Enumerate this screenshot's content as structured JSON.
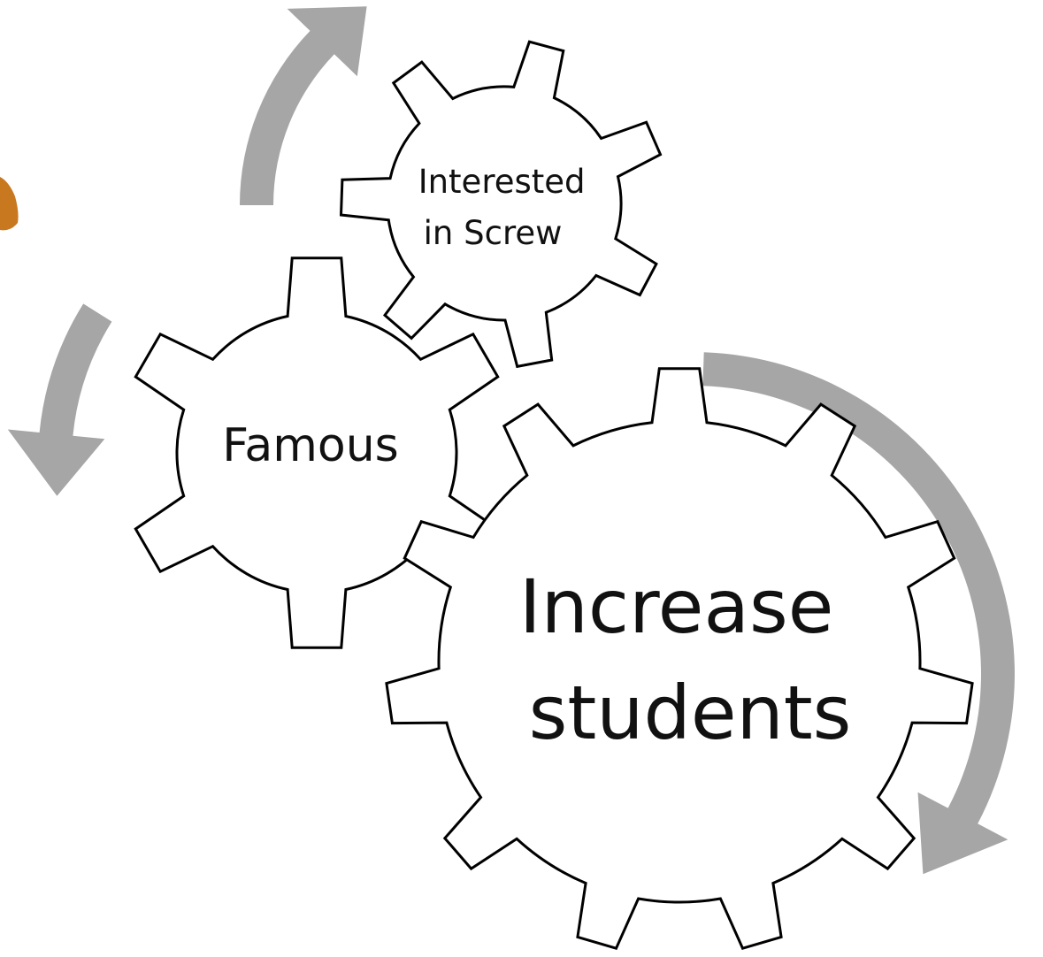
{
  "diagram": {
    "gears": {
      "interested": {
        "lines": [
          "Interested",
          "in Screw"
        ],
        "teeth": 7
      },
      "famous": {
        "lines": [
          "Famous"
        ],
        "teeth": 6
      },
      "increase": {
        "lines": [
          "Increase",
          "students"
        ],
        "teeth": 11
      }
    },
    "colors": {
      "arrow": "#a6a6a6",
      "gear_fill": "#ffffff",
      "gear_stroke": "#000000",
      "partial_image": "#c8781e"
    }
  }
}
